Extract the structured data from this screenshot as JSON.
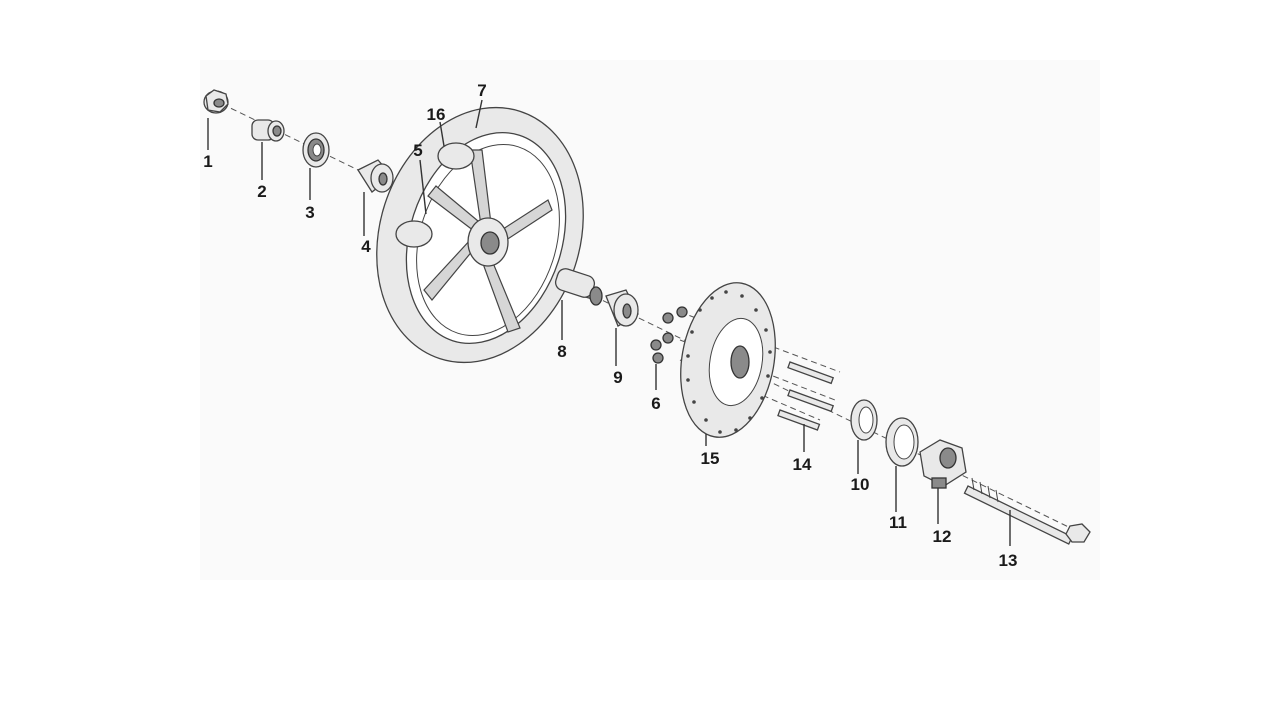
{
  "callouts": [
    "1",
    "2",
    "3",
    "4",
    "5",
    "6",
    "7",
    "8",
    "9",
    "10",
    "11",
    "12",
    "13",
    "14",
    "15",
    "16"
  ],
  "colors": {
    "line": "#444444",
    "fill_light": "#e9e9e9",
    "fill_dark": "#8a8a8a",
    "label": "#1a1a1a"
  }
}
